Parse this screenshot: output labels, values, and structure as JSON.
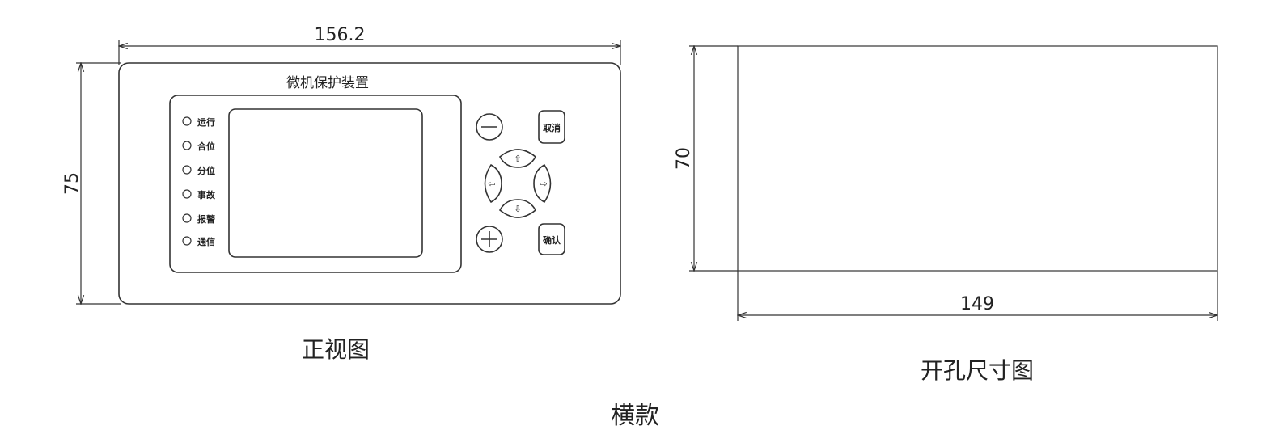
{
  "front_view": {
    "width_dim": "156.2",
    "height_dim": "75",
    "device_title": "微机保护装置",
    "leds": [
      "运行",
      "合位",
      "分位",
      "事故",
      "报警",
      "通信"
    ],
    "buttons": {
      "minus": "−",
      "plus": "+",
      "cancel": "取消",
      "confirm": "确认",
      "up": "⇧",
      "down": "⇩",
      "left": "⇦",
      "right": "⇨"
    },
    "caption": "正视图"
  },
  "cutout_view": {
    "width_dim": "149",
    "height_dim": "70",
    "caption": "开孔尺寸图"
  },
  "footer_caption": "横款"
}
